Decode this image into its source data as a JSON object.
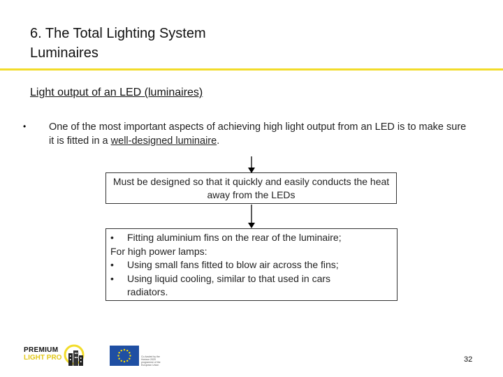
{
  "slide": {
    "title_line1": "6. The Total Lighting System",
    "title_line2": "Luminaires",
    "subheading": "Light output of an LED (luminaires)",
    "bullet_marker": "•",
    "bullet_text_before": "One of the most important aspects of achieving high light output from an LED is to make sure it is fitted in a ",
    "bullet_text_link": "well-designed luminaire",
    "bullet_text_after": ".",
    "box1_text": "Must be designed so that it quickly and easily conducts the heat away from the LEDs",
    "box2": {
      "item1": "Fitting aluminium fins on the rear of the luminaire;",
      "line2": "For high power lamps:",
      "item2": "Using small fans fitted to blow air across the fins;",
      "item3_line1": "Using liquid cooling, similar to that used in cars",
      "item3_line2": "radiators."
    },
    "page_number": "32"
  },
  "footer": {
    "logo_line1": "PREMIUM",
    "logo_line2": "LIGHT PRO",
    "eu_caption": "Co-funded by the Horizon 2020 programme of the European Union"
  },
  "colors": {
    "accent_rule": "#f2dc2a",
    "eu_blue": "#1f4fa3",
    "eu_star": "#ffdd00"
  }
}
